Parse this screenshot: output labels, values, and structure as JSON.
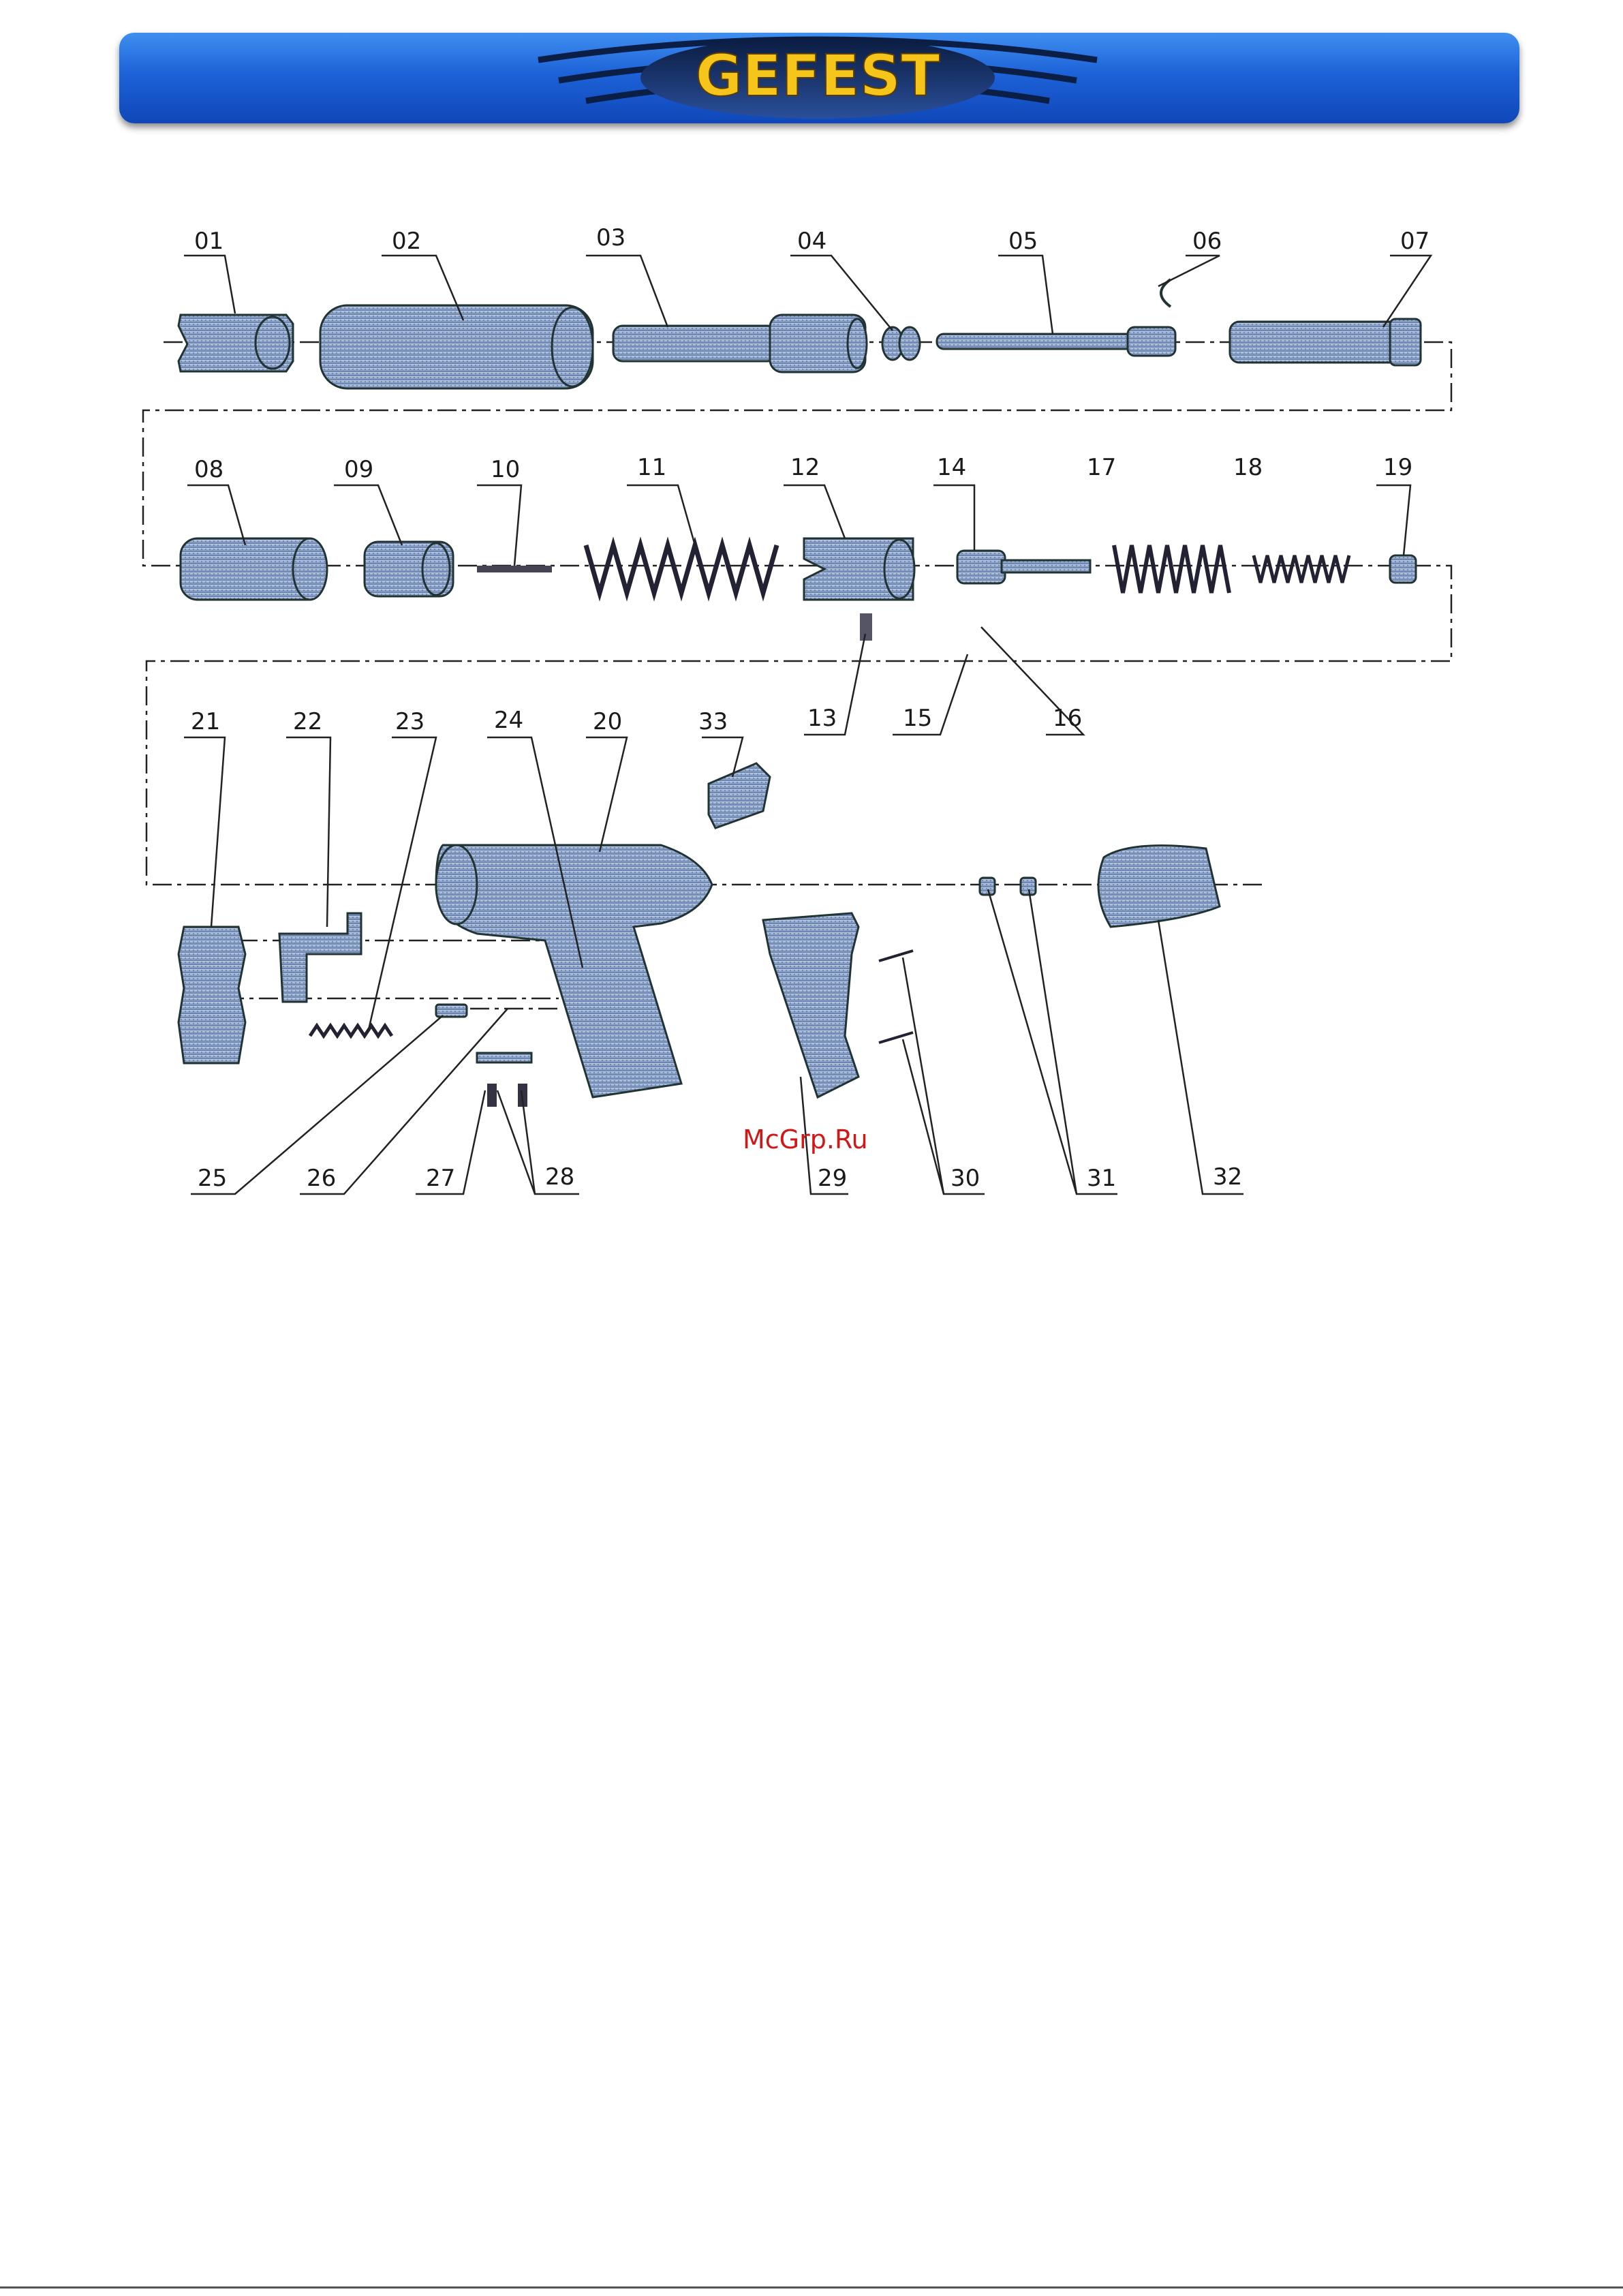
{
  "header": {
    "brand": "GEFEST",
    "bar_color": "#1d62d8",
    "logo_text_color": "#f5c51b"
  },
  "diagram": {
    "part_labels": [
      "01",
      "02",
      "03",
      "04",
      "05",
      "06",
      "07",
      "08",
      "09",
      "10",
      "11",
      "12",
      "13",
      "14",
      "15",
      "16",
      "17",
      "18",
      "19",
      "20",
      "21",
      "22",
      "23",
      "24",
      "25",
      "26",
      "27",
      "28",
      "29",
      "30",
      "31",
      "32",
      "33"
    ],
    "part_color": "#8fa7cc"
  },
  "watermark": "McGrp.Ru"
}
